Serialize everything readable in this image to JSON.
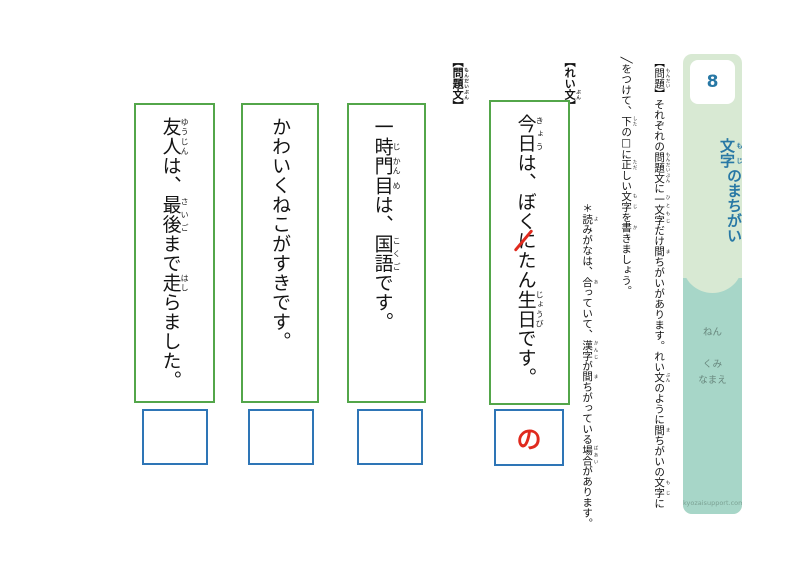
{
  "colors": {
    "sentence_box_border_green": "#53a64a",
    "answer_box_border_blue": "#2e75b6",
    "mark_and_answer_red": "#e02a1e",
    "banner_light_green": "#d8e9d3",
    "banner_teal": "#a7d6c8",
    "accent_blue": "#2878a5"
  },
  "banner": {
    "number": "8",
    "title": [
      {
        "t": "文字",
        "r": "もじ"
      },
      {
        "t": "のまちがい"
      }
    ],
    "fields": [
      "ねん",
      "くみ",
      "なまえ"
    ],
    "site": "kyozaisupport.com"
  },
  "instructions": {
    "line1": [
      {
        "t": "【"
      },
      {
        "t": "問題",
        "r": "もんだい"
      },
      {
        "t": "】それぞれの"
      },
      {
        "t": "問題文",
        "r": "もんだいぶん"
      },
      {
        "t": "に"
      },
      {
        "t": "一文字",
        "r": "ひともじ"
      },
      {
        "t": "だけ"
      },
      {
        "t": "間",
        "r": "ま"
      },
      {
        "t": "ちがいがあります。れい"
      },
      {
        "t": "文",
        "r": "ぶん"
      },
      {
        "t": "のように"
      },
      {
        "t": "間",
        "r": "ま"
      },
      {
        "t": "ちがいの"
      },
      {
        "t": "文字",
        "r": "もじ"
      },
      {
        "t": "に"
      }
    ],
    "line2": [
      {
        "t": "╱をつけて、"
      },
      {
        "t": "下",
        "r": "した"
      },
      {
        "t": "の□に"
      },
      {
        "t": "正",
        "r": "ただ"
      },
      {
        "t": "しい"
      },
      {
        "t": "文字",
        "r": "もじ"
      },
      {
        "t": "を"
      },
      {
        "t": "書",
        "r": "か"
      },
      {
        "t": "きましょう。"
      }
    ],
    "line3": [
      {
        "t": "＊"
      },
      {
        "t": "読",
        "r": "よ"
      },
      {
        "t": "みがなは、"
      },
      {
        "t": "合",
        "r": "あ"
      },
      {
        "t": "っていて、"
      },
      {
        "t": "漢字",
        "r": "かんじ"
      },
      {
        "t": "が"
      },
      {
        "t": "間",
        "r": "ま"
      },
      {
        "t": "ちがっている"
      },
      {
        "t": "場合",
        "r": "ばあい"
      },
      {
        "t": "があります。"
      }
    ]
  },
  "labels": {
    "problem": [
      {
        "t": "【"
      },
      {
        "t": "問題文",
        "r": "もんだいぶん"
      },
      {
        "t": "】"
      }
    ],
    "example": [
      {
        "t": "【れい"
      },
      {
        "t": "文",
        "r": "ぶん"
      },
      {
        "t": "】"
      }
    ]
  },
  "example": {
    "sentence": [
      {
        "t": "今日",
        "r": "きょう"
      },
      {
        "t": "は、ぼく"
      },
      {
        "t": "に",
        "mark": "slash"
      },
      {
        "t": "たん"
      },
      {
        "t": "生日",
        "r": "じょうび"
      },
      {
        "t": "です。"
      }
    ],
    "answer": "の"
  },
  "problems": [
    {
      "sentence": [
        {
          "t": "一"
        },
        {
          "t": "時",
          "r": "じ"
        },
        {
          "t": "門",
          "r": "かん"
        },
        {
          "t": "目",
          "r": "め"
        },
        {
          "t": "は、"
        },
        {
          "t": "国語",
          "r": "こくご"
        },
        {
          "t": "です。"
        }
      ],
      "answer": ""
    },
    {
      "sentence": [
        {
          "t": "かわいくねこがすきです。"
        }
      ],
      "answer": ""
    },
    {
      "sentence": [
        {
          "t": "友人",
          "r": "ゆうじん"
        },
        {
          "t": "は、"
        },
        {
          "t": "最後",
          "r": "さいご"
        },
        {
          "t": "まで"
        },
        {
          "t": "走",
          "r": "はし"
        },
        {
          "t": "らました。"
        }
      ],
      "answer": ""
    }
  ]
}
